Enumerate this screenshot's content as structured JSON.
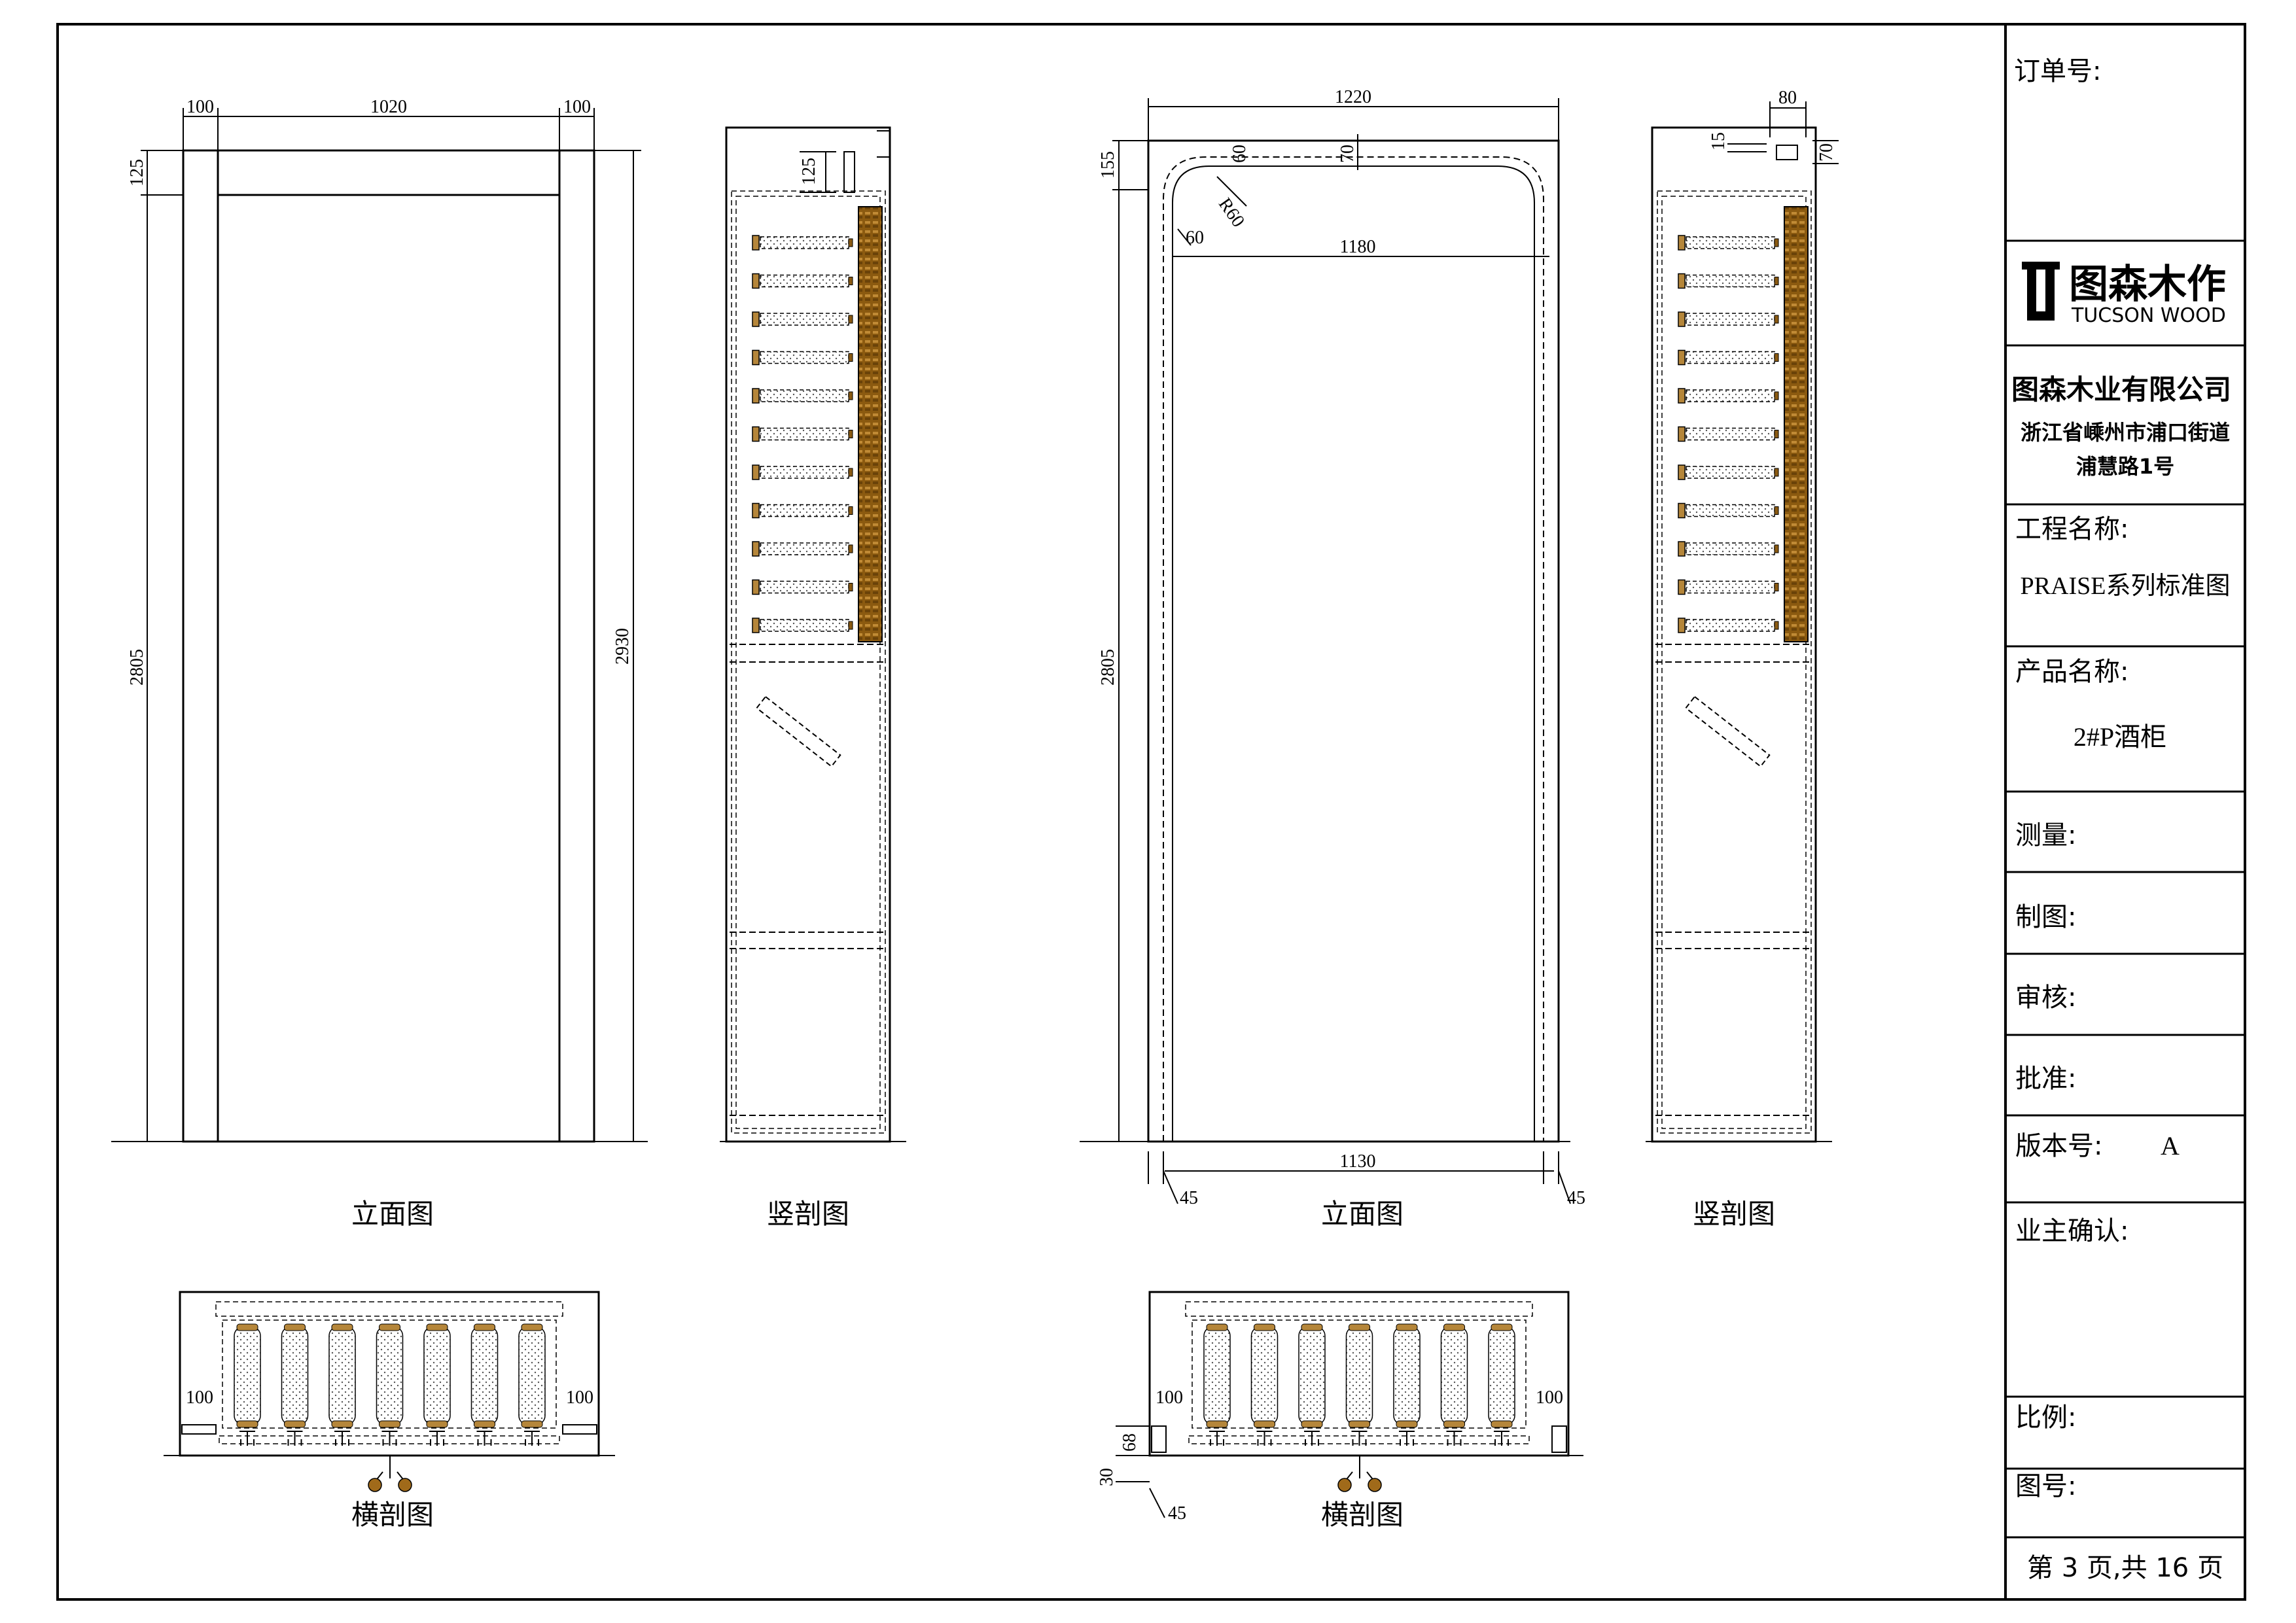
{
  "title_block": {
    "order_no_label": "订单号:",
    "logo_cn": "图森木作",
    "logo_en": "TUCSON WOOD",
    "company_name": "图森木业有限公司",
    "address_line1": "浙江省嵊州市浦口街道",
    "address_line2": "浦慧路1号",
    "project_label": "工程名称:",
    "project_value": "PRAISE系列标准图",
    "product_label": "产品名称:",
    "product_value": "2#P酒柜",
    "measure_label": "测量:",
    "drawn_label": "制图:",
    "review_label": "审核:",
    "approve_label": "批准:",
    "version_label": "版本号:",
    "version_value": "A",
    "owner_label": "业主确认:",
    "scale_label": "比例:",
    "drawing_no_label": "图号:",
    "page_info": "第 3 页,共 16 页"
  },
  "captions": {
    "elevation_1": "立面图",
    "vsection_1": "竖剖图",
    "elevation_2": "立面图",
    "vsection_2": "竖剖图",
    "hsection_1": "横剖图",
    "hsection_2": "横剖图"
  },
  "dimensions": {
    "e1_left": "100",
    "e1_mid": "1020",
    "e1_right": "100",
    "e1_top": "125",
    "e1_height": "2805",
    "e1_total": "2930",
    "v1_top": "125",
    "e2_width": "1220",
    "e2_top": "155",
    "e2_60a": "60",
    "e2_70": "70",
    "e2_r60": "R60",
    "e2_60b": "60",
    "e2_inner": "1180",
    "e2_height": "2805",
    "e2_bottom": "1130",
    "e2_45l": "45",
    "e2_45r": "45",
    "v2_80": "80",
    "v2_15": "15",
    "v2_70": "70",
    "h1_left": "100",
    "h1_right": "100",
    "h2_left": "100",
    "h2_right": "100",
    "h2_68": "68",
    "h2_30": "30",
    "h2_45": "45"
  },
  "colors": {
    "line": "#000000",
    "wine_brown": "#b5863a",
    "wine_dark": "#8a5a12",
    "rail_brown": "#8b5a10"
  }
}
